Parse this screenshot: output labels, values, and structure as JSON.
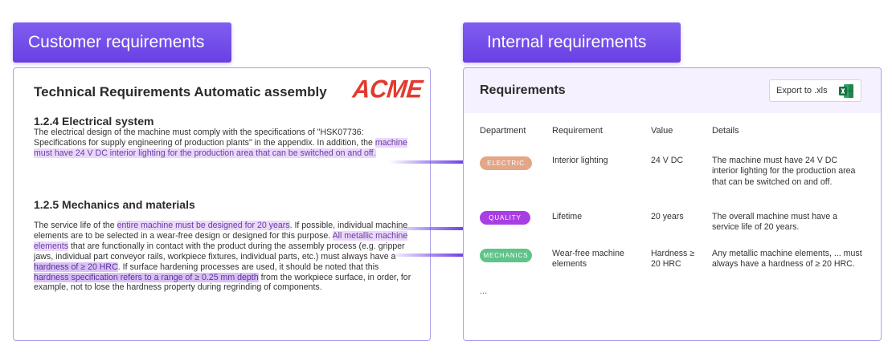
{
  "labels": {
    "customer": "Customer requirements",
    "internal": "Internal requirements"
  },
  "customer_doc": {
    "title": "Technical Requirements Automatic assembly",
    "logo_text": "ACME",
    "sections": [
      {
        "heading": "1.2.4 Electrical system",
        "body": {
          "p1": "The electrical design of the machine must comply with the specifications of \"HSK07736: Specifications for supply engineering of production plants\" in the appendix. In addition, the ",
          "h1": "machine must have 24 V DC interior lighting for the production area that can be switched on and off."
        }
      },
      {
        "heading": "1.2.5 Mechanics and materials",
        "body": {
          "p1": "The service life of the ",
          "h1": "entire machine must be designed for 20 years",
          "p2": ". If possible, individual machine elements are to be selected in a wear-free design or designed for this purpose. ",
          "h2": "All metallic machine elements",
          "p3": " that are functionally in contact with the product during the assembly process (e.g. gripper jaws, individual part conveyor rails, workpiece fixtures, individual parts, etc.) must always have a ",
          "h3": "hardness of ≥ 20 HRC",
          "p4": ". If surface hardening processes are used, it should be noted that this ",
          "h4": "hardness specification refers to a range of ≥ 0.25 mm depth",
          "p5": " from the workpiece surface, in order, for example, not to lose the hardness property during regrinding of components."
        }
      }
    ]
  },
  "internal": {
    "title": "Requirements",
    "export_label": "Export to .xls",
    "export_icon": "excel-icon",
    "columns": [
      "Department",
      "Requirement",
      "Value",
      "Details"
    ],
    "rows": [
      {
        "department": "ELECTRIC",
        "color": "#e3a687",
        "requirement": "Interior lighting",
        "value": "24 V DC",
        "details": "The machine must have 24 V DC interior lighting for the production area that can be switched on and off."
      },
      {
        "department": "QUALITY",
        "color": "#a83ee3",
        "requirement": "Lifetime",
        "value": "20 years",
        "details": "The overall machine must have a service life of 20 years."
      },
      {
        "department": "MECHANICS",
        "color": "#5fc48a",
        "requirement": "Wear-free machine elements",
        "value": "Hardness ≥ 20 HRC",
        "details": "Any metallic machine elements, ... must always have a hardness of ≥ 20 HRC."
      }
    ],
    "more": "..."
  },
  "colors": {
    "accent": "#6a3fe3",
    "panel_border": "#a9a0e8",
    "highlight": "#ead8f8",
    "logo": "#e23b2e"
  }
}
